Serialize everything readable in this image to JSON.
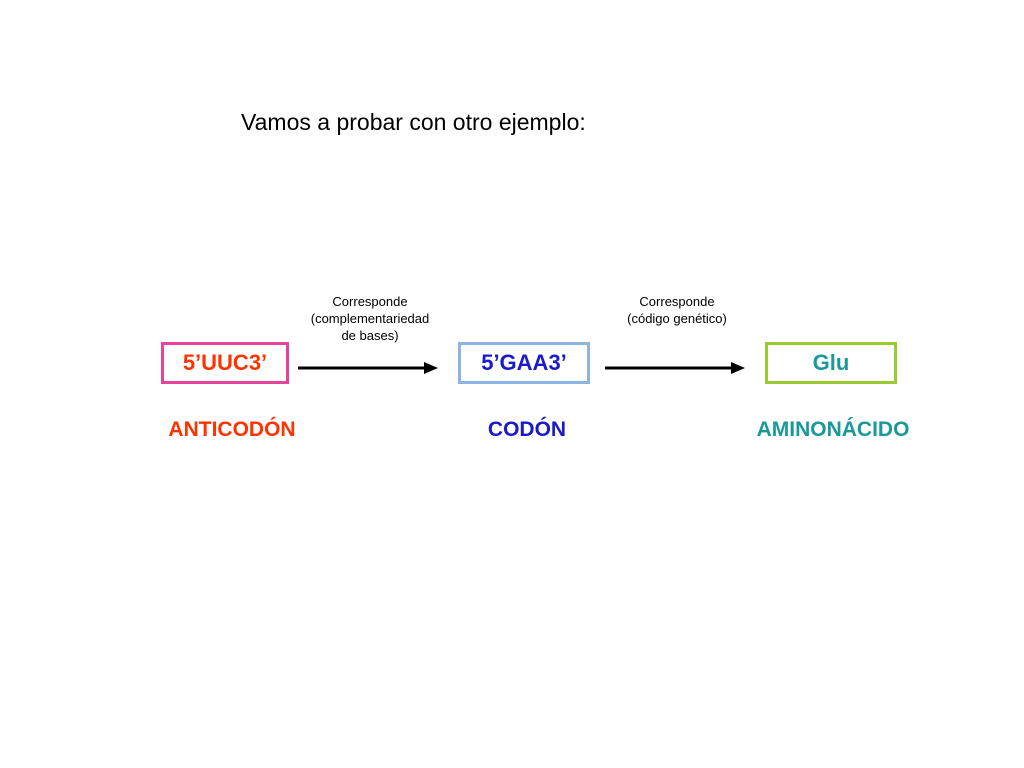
{
  "title": "Vamos a probar con otro ejemplo:",
  "colors": {
    "anticodon_border": "#e8439a",
    "anticodon_text": "#ff3300",
    "codon_border": "#8db4e2",
    "codon_text": "#1a1acc",
    "amino_border": "#99cc33",
    "amino_text": "#1a9999",
    "arrow": "#000000"
  },
  "steps": [
    {
      "box_text": "5’UUC3’",
      "label": "ANTICODÓN"
    },
    {
      "box_text": "5’GAA3’",
      "label": "CODÓN"
    },
    {
      "box_text": "Glu",
      "label": "AMINONÁCIDO"
    }
  ],
  "arrows": [
    {
      "note_lines": [
        "Corresponde",
        "(complementariedad",
        "de bases)"
      ]
    },
    {
      "note_lines": [
        "Corresponde",
        "(código genético)"
      ]
    }
  ]
}
